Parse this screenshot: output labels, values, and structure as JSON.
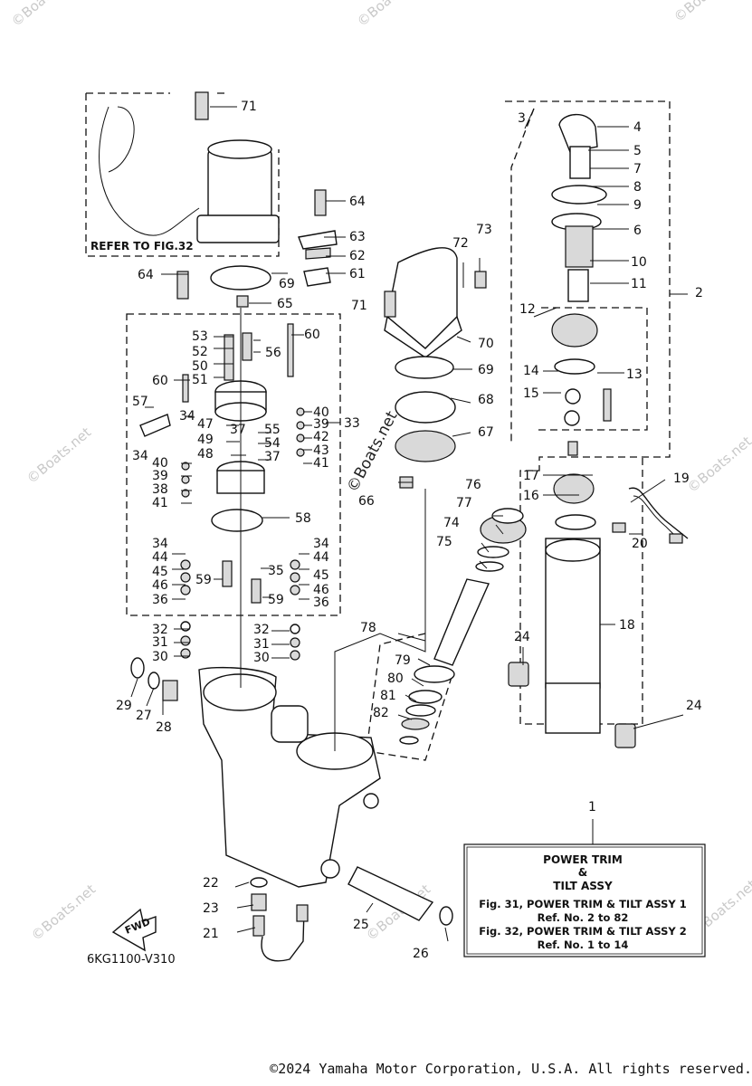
{
  "diagram": {
    "refer_note": "REFER TO FIG.32",
    "part_code": "6KG1100-V310",
    "fwd_label": "FWD",
    "watermark": "©Boats.net",
    "legend": {
      "title_line1": "POWER TRIM",
      "title_line2": "&",
      "title_line3": "TILT ASSY",
      "line1": "Fig. 31, POWER TRIM & TILT ASSY 1",
      "line2": "Ref. No. 2 to 82",
      "line3": "Fig. 32, POWER TRIM & TILT ASSY 2",
      "line4": "Ref. No. 1 to 14"
    },
    "callouts": [
      "71",
      "64",
      "63",
      "62",
      "69",
      "61",
      "64",
      "65",
      "73",
      "72",
      "71",
      "70",
      "69",
      "68",
      "67",
      "66",
      "3",
      "4",
      "5",
      "7",
      "8",
      "9",
      "6",
      "10",
      "11",
      "2",
      "12",
      "14",
      "13",
      "15",
      "17",
      "16",
      "19",
      "20",
      "18",
      "24",
      "24",
      "53",
      "52",
      "56",
      "60",
      "50",
      "51",
      "60",
      "57",
      "34",
      "47",
      "37",
      "55",
      "40",
      "39",
      "42",
      "49",
      "54",
      "43",
      "33",
      "48",
      "37",
      "41",
      "34",
      "40",
      "39",
      "38",
      "41",
      "58",
      "34",
      "44",
      "45",
      "35",
      "34",
      "44",
      "45",
      "59",
      "46",
      "36",
      "59",
      "46",
      "36",
      "32",
      "31",
      "30",
      "32",
      "31",
      "30",
      "76",
      "77",
      "74",
      "75",
      "78",
      "79",
      "80",
      "81",
      "82",
      "29",
      "27",
      "28",
      "22",
      "23",
      "21",
      "25",
      "26",
      "1"
    ]
  },
  "copyright": "©2024 Yamaha Motor Corporation, U.S.A. All rights reserved."
}
